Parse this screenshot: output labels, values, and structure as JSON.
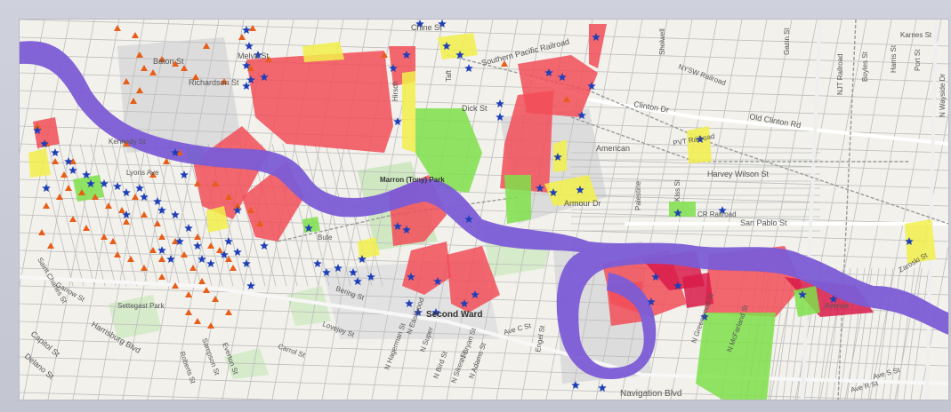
{
  "colors": {
    "river": "#7b5cd6",
    "zone_red": "#f24e58",
    "zone_crimson": "#d91b4a",
    "zone_yellow": "#f2f04a",
    "zone_green": "#7fe04a",
    "park": "#cfe8c2",
    "industrial": "#d9d9d9",
    "triangle": "#e85d18",
    "star": "#1f3fb8"
  },
  "street_labels": [
    {
      "text": "Baton St"
    },
    {
      "text": "Melva St"
    },
    {
      "text": "Richardson St"
    },
    {
      "text": "Chine St"
    },
    {
      "text": "Southern Pacific Railroad"
    },
    {
      "text": "Sholwell"
    },
    {
      "text": "NYSW Railroad"
    },
    {
      "text": "Gazin St"
    },
    {
      "text": "Karnes St"
    },
    {
      "text": "Harris St"
    },
    {
      "text": "Boyles St"
    },
    {
      "text": "NJT Railroad"
    },
    {
      "text": "Port St"
    },
    {
      "text": "N Wayside Dr"
    },
    {
      "text": "Clinton Dr"
    },
    {
      "text": "Old Clinton Rd"
    },
    {
      "text": "Dick St"
    },
    {
      "text": "American"
    },
    {
      "text": "PVT Railroad"
    },
    {
      "text": "Harvey Wilson St"
    },
    {
      "text": "Armour Dr"
    },
    {
      "text": "Palestine"
    },
    {
      "text": "Kiss St"
    },
    {
      "text": "CR Railroad"
    },
    {
      "text": "San Pablo St"
    },
    {
      "text": "Marron (Tony) Park"
    },
    {
      "text": "Hirsch"
    },
    {
      "text": "Second Ward"
    },
    {
      "text": "Settegast Park"
    },
    {
      "text": "Harrisburg Blvd"
    },
    {
      "text": "Navigation Blvd"
    },
    {
      "text": "Capitol St"
    },
    {
      "text": "Delano St"
    },
    {
      "text": "Bering St"
    },
    {
      "text": "Lovejoy St"
    },
    {
      "text": "Carrol St"
    },
    {
      "text": "Saint Charles St"
    },
    {
      "text": "Garrow St"
    },
    {
      "text": "Roberts St"
    },
    {
      "text": "Sampson St"
    },
    {
      "text": "Everton St"
    },
    {
      "text": "N Greenwood St"
    },
    {
      "text": "N McFarland St"
    },
    {
      "text": "Ave S St"
    },
    {
      "text": "Ave R St"
    },
    {
      "text": "Avenue"
    },
    {
      "text": "Zaroski St"
    },
    {
      "text": "N Eastwood"
    },
    {
      "text": "N Super"
    },
    {
      "text": "N Hagerman St"
    },
    {
      "text": "N Bird St"
    },
    {
      "text": "N Sikes St"
    },
    {
      "text": "N Adams St"
    },
    {
      "text": "N Bryan St"
    },
    {
      "text": "Engel St"
    },
    {
      "text": "Ave C St"
    },
    {
      "text": "Kennedy St"
    },
    {
      "text": "Lyons Ave"
    },
    {
      "text": "Bute"
    },
    {
      "text": "Taft"
    }
  ]
}
